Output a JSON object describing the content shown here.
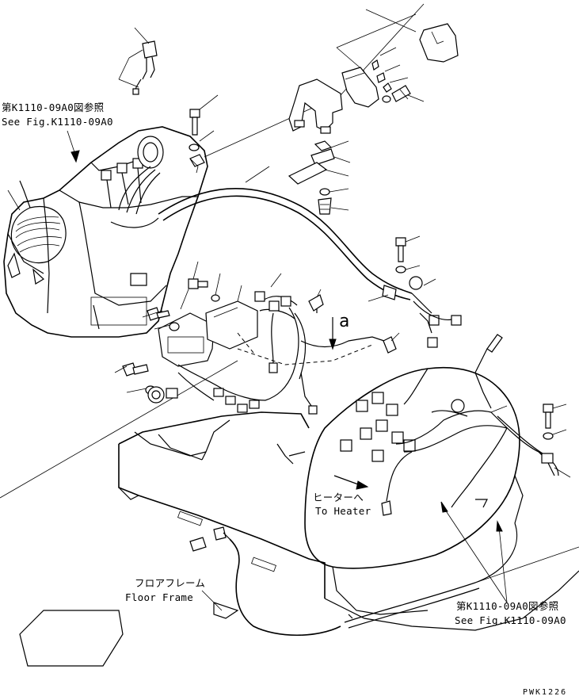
{
  "callouts": {
    "ref_top_left_jp": "第K1110-09A0図参照",
    "ref_top_left_en": "See Fig.K1110-09A0",
    "ref_bottom_right_jp": "第K1110-09A0図参照",
    "ref_bottom_right_en": "See Fig.K1110-09A0",
    "heater_jp": "ヒーターへ",
    "heater_en": "To Heater",
    "floor_jp": "フロアフレーム",
    "floor_en": "Floor Frame",
    "view_letter": "a",
    "drawing_code": "PWK1226"
  }
}
